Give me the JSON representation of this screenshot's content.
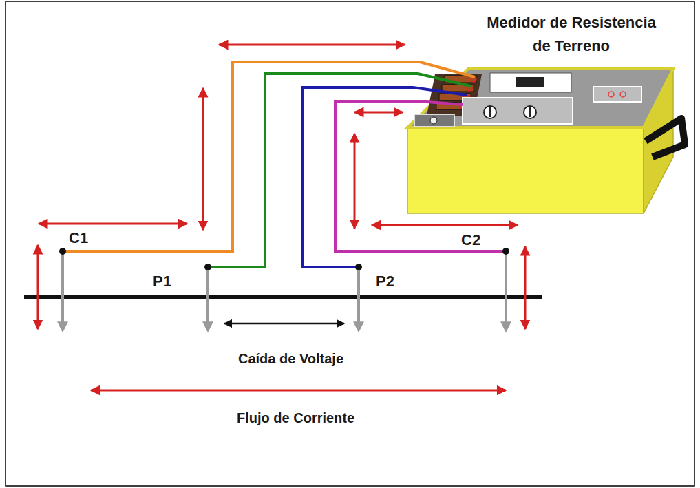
{
  "diagram": {
    "nodes": [
      {
        "text": [
          "Medidor de Resistencia de Terreno"
        ]
      }
    ],
    "labels": [
      "C1",
      "P1",
      "P2",
      "C2",
      "Caída de Voltaje",
      "Flujo de Corriente"
    ]
  }
}
